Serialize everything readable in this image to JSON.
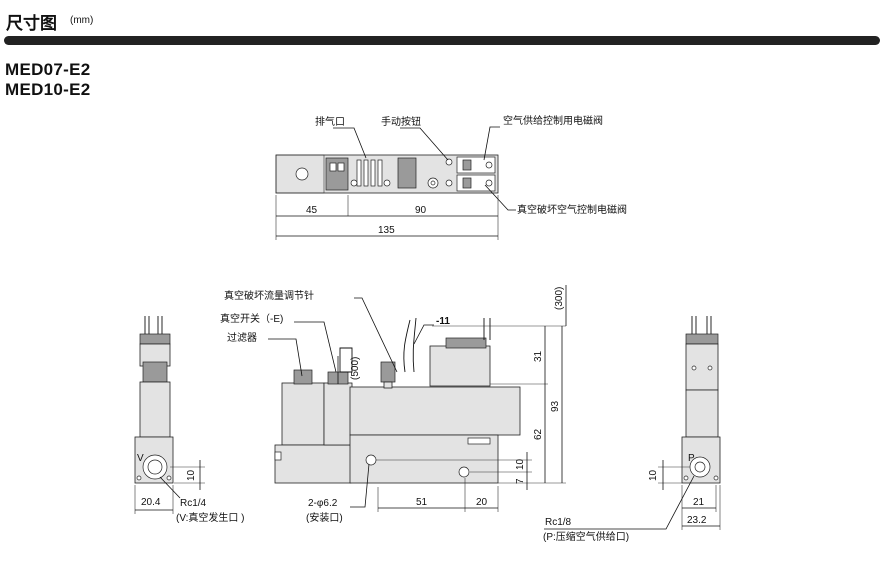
{
  "header": {
    "title": "尺寸图",
    "unit": "(mm)"
  },
  "models": [
    "MED07-E2",
    "MED10-E2"
  ],
  "top_view": {
    "labels": {
      "exhaust": "排气口",
      "manual_button": "手动按钮",
      "supply_valve": "空气供给控制用电磁阀",
      "break_valve": "真空破坏空气控制电磁阀"
    },
    "dims": {
      "d45": "45",
      "d90": "90",
      "d135": "135"
    }
  },
  "front_view": {
    "labels": {
      "flow_needle": "真空破坏流量调节针",
      "vacuum_switch": "真空开关（-E)",
      "filter": "过滤器",
      "suffix11": "-11",
      "mount_hole": "2-φ6.2",
      "mount_note": "(安装口)"
    },
    "dims": {
      "d300": "(300)",
      "d500": "(500)",
      "d31": "31",
      "d93": "93",
      "d62": "62",
      "d10": "10",
      "d7": "7",
      "d51": "51",
      "d20": "20"
    }
  },
  "left_view": {
    "port_letter": "V",
    "port_thread": "Rc1/4",
    "port_note": "(V:真空发生口 )",
    "dims": {
      "w": "20.4",
      "h": "10"
    }
  },
  "right_view": {
    "port_letter": "P",
    "port_thread": "Rc1/8",
    "port_note": "(P:压缩空气供给口)",
    "dims": {
      "h": "10",
      "w1": "21",
      "w2": "23.2"
    }
  }
}
